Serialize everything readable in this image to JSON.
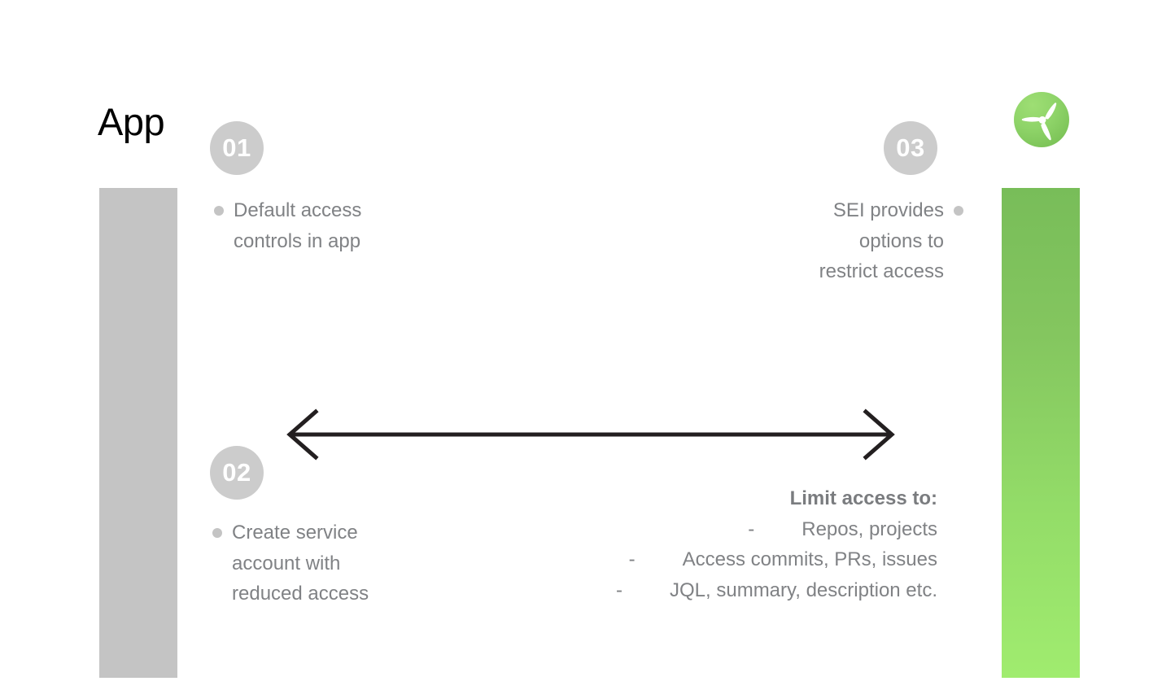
{
  "page": {
    "title": "App",
    "background_color": "#ffffff"
  },
  "colors": {
    "title_text": "#000000",
    "body_text": "#808285",
    "badge_background": "#cccccc",
    "badge_text": "#ffffff",
    "bullet_dot": "#c4c4c4",
    "left_bar": "#c4c4c4",
    "right_bar_top": "#78bd59",
    "right_bar_bottom": "#a0ec6f",
    "logo_green_light": "#9ede74",
    "logo_green_dark": "#72bb4f",
    "logo_mark": "#ffffff",
    "arrow": "#231f20"
  },
  "bars": {
    "left": {
      "name": "app-column-bar",
      "color": "#c4c4c4"
    },
    "right": {
      "name": "sei-column-bar",
      "gradient_from": "#78bd59",
      "gradient_to": "#a0ec6f"
    }
  },
  "logo": {
    "icon_name": "turbine-pinwheel-logo",
    "shape": "three-bladed white pinwheel on green circle"
  },
  "steps": [
    {
      "number": "01",
      "text": "Default access\ncontrols in app",
      "align": "left"
    },
    {
      "number": "02",
      "text": "Create service\naccount with\nreduced access",
      "align": "left"
    },
    {
      "number": "03",
      "text": "SEI provides\noptions to\nrestrict access",
      "align": "right"
    }
  ],
  "arrow": {
    "name": "bidirectional-arrow",
    "direction": "both",
    "color": "#231f20"
  },
  "limit_access": {
    "heading": "Limit access to:",
    "dash": "-",
    "items": [
      "Repos, projects",
      "Access commits, PRs, issues",
      "JQL, summary, description etc."
    ]
  }
}
